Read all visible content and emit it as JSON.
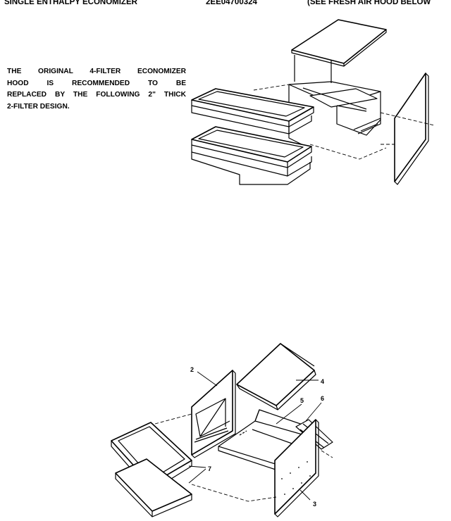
{
  "header": {
    "title": "SINGLE ENTHALPY ECONOMIZER",
    "model": "2EE04700324",
    "note": "(SEE FRESH AIR HOOD BELOW"
  },
  "notice": {
    "lines": [
      "THE ORIGINAL 4-FILTER ECONOMIZER",
      "HOOD IS RECOMMENDED TO BE",
      "REPLACED BY THE FOLLOWING 2\" THICK",
      "2-FILTER DESIGN."
    ]
  },
  "callouts": {
    "c2": "2",
    "c3": "3",
    "c4": "4",
    "c5": "5",
    "c6": "6",
    "c7": "7"
  }
}
